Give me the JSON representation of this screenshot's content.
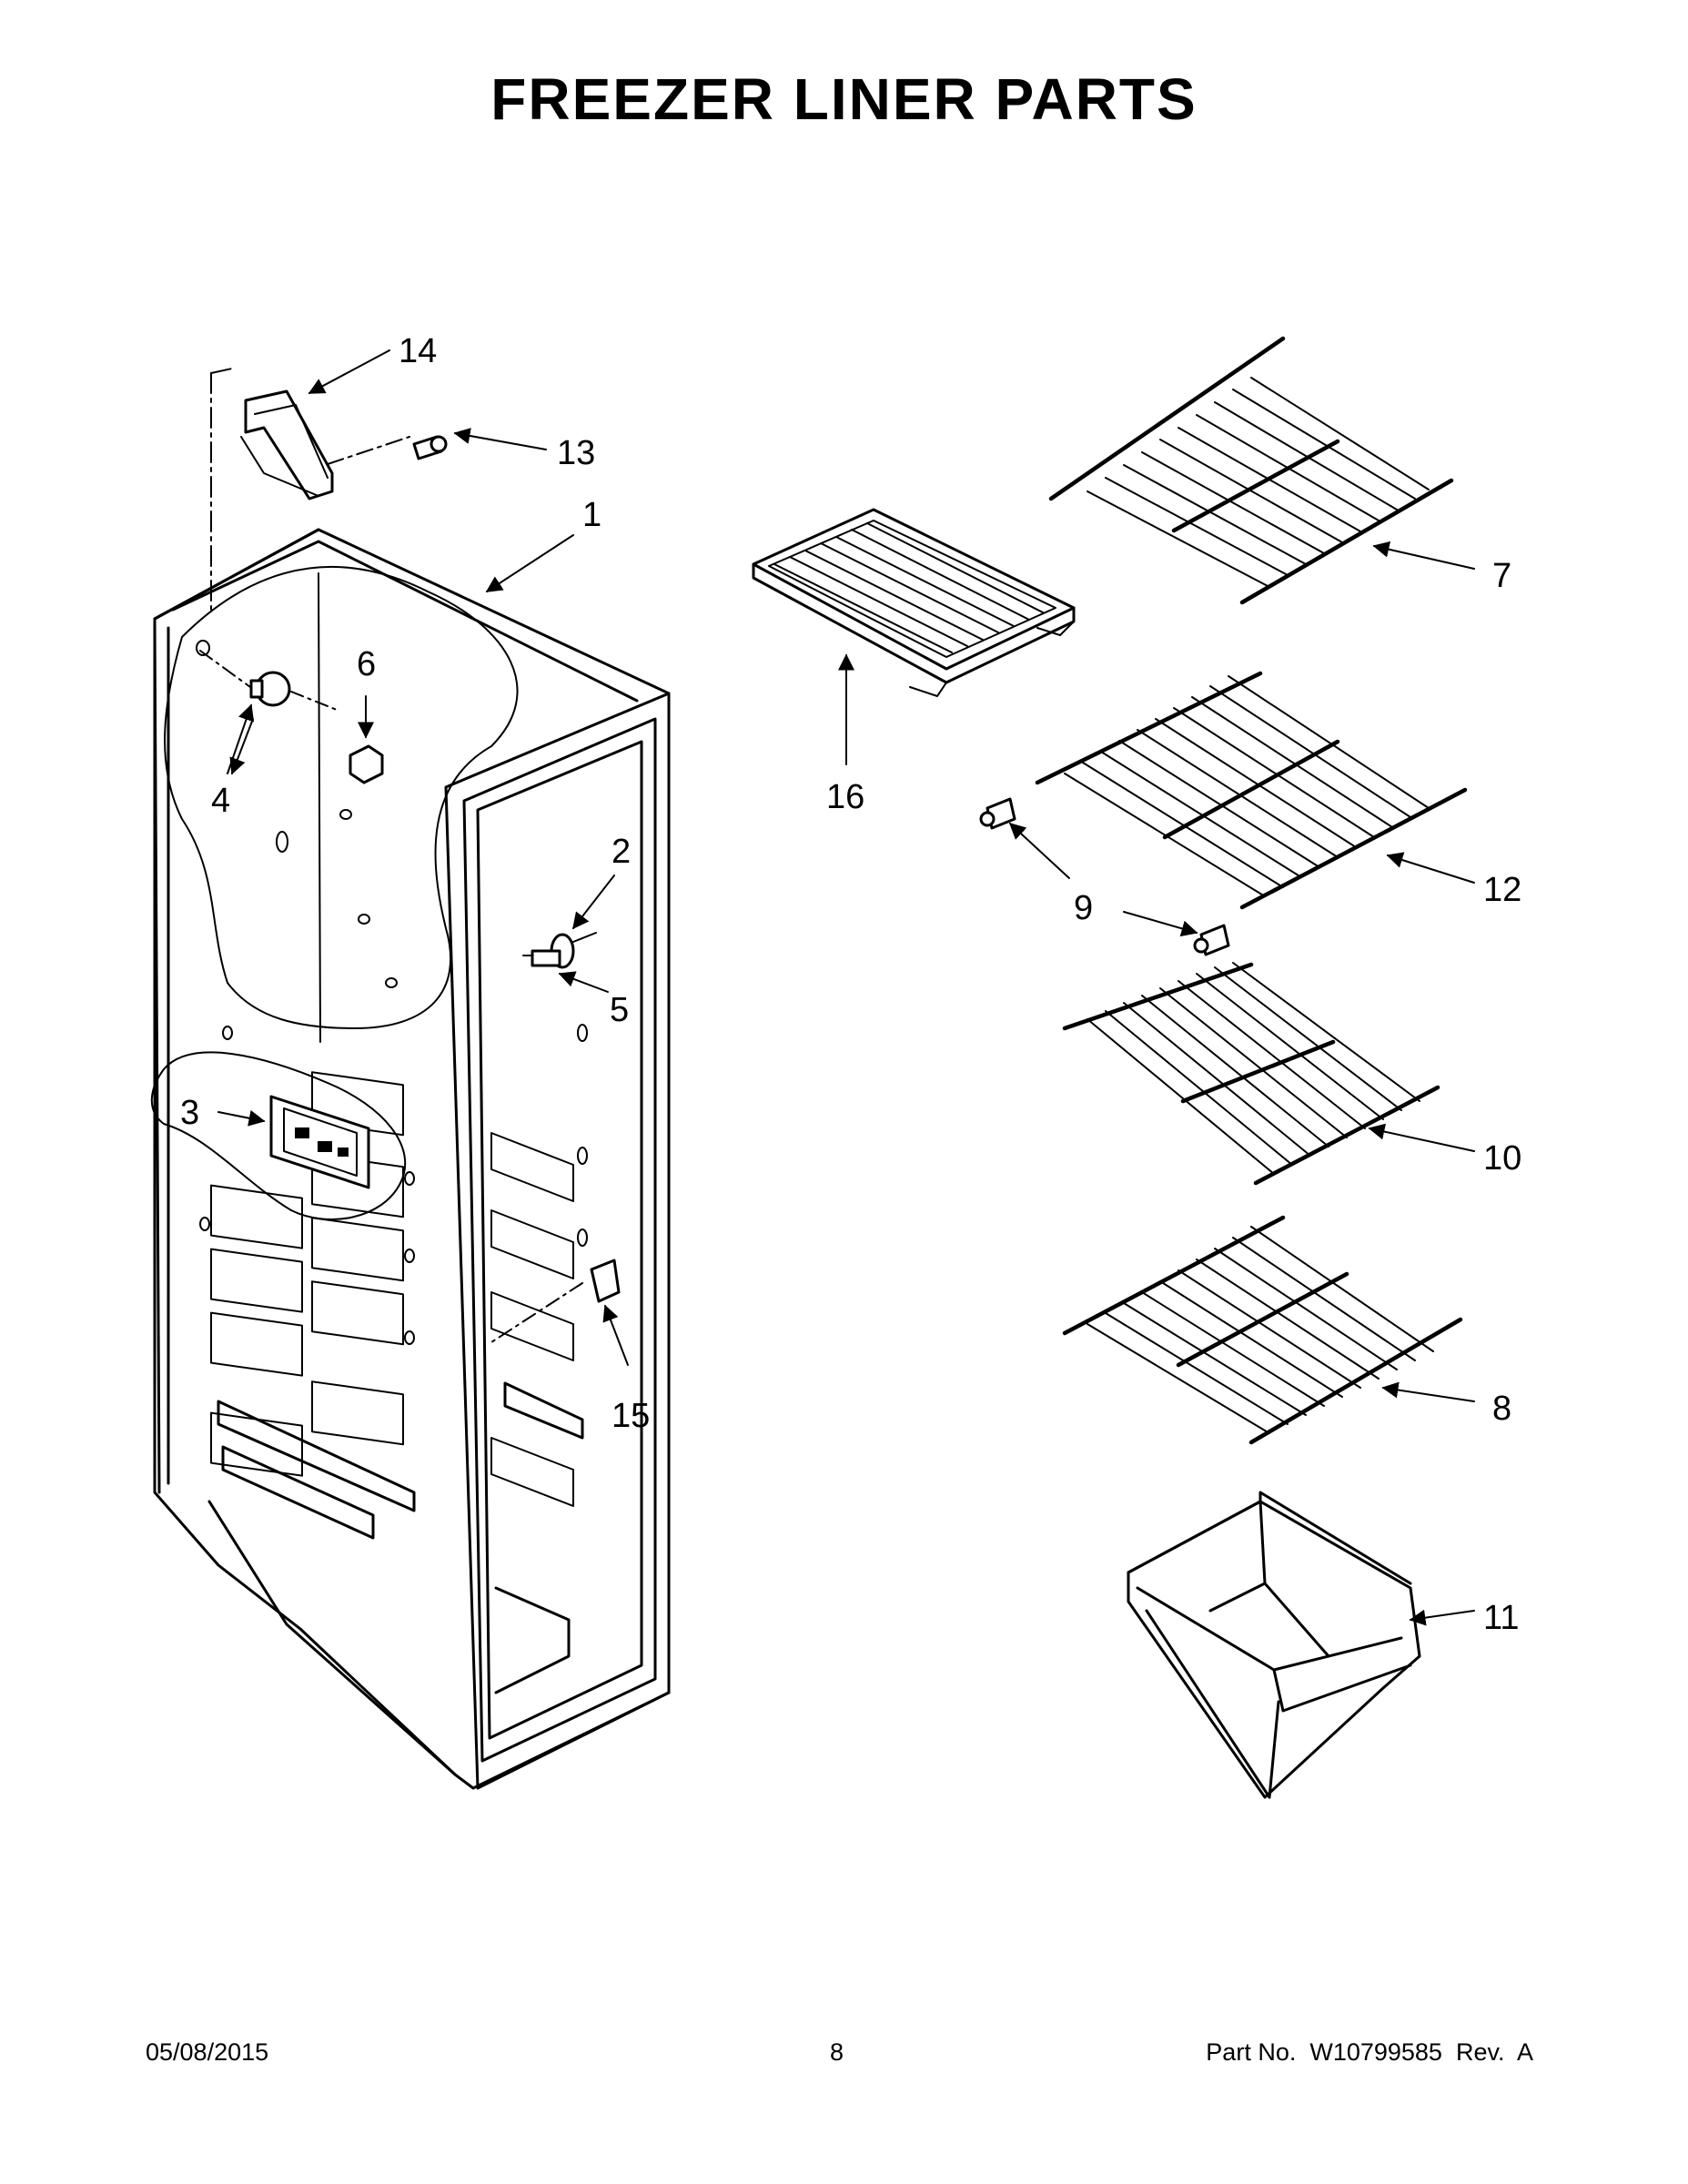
{
  "page_title": "FREEZER LINER PARTS",
  "callouts": {
    "c1": "1",
    "c2": "2",
    "c3": "3",
    "c4": "4",
    "c5": "5",
    "c6": "6",
    "c7": "7",
    "c8": "8",
    "c9": "9",
    "c10": "10",
    "c11": "11",
    "c12": "12",
    "c13": "13",
    "c14": "14",
    "c15": "15",
    "c16": "16"
  },
  "footer": {
    "date": "05/08/2015",
    "page_number": "8",
    "part_number": "Part No.  W10799585  Rev.  A"
  }
}
